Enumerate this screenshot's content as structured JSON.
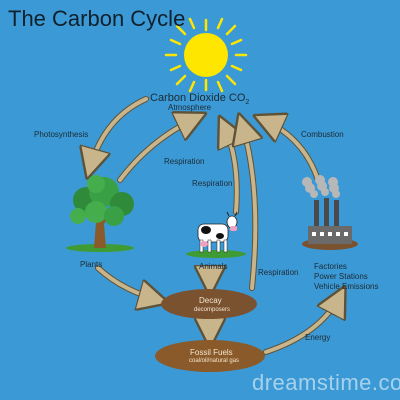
{
  "title": "The Carbon Cycle",
  "co2": {
    "main": "Carbon Dioxide CO",
    "sub": "2",
    "atmosphere": "Atmosphere"
  },
  "labels": {
    "photosynthesis": "Photosynthesis",
    "respiration_plants": "Respiration",
    "respiration_animals": "Respiration",
    "respiration_decay": "Respiration",
    "combustion": "Combustion",
    "energy": "Energy",
    "plants": "Plants",
    "animals": "Animals",
    "factories": "Factories",
    "power_stations": "Power Stations",
    "vehicle_emissions": "Vehicle Emissions",
    "decay": "Decay",
    "decomposers": "decomposers",
    "fossil_fuels": "Fossil Fuels",
    "fossil_fuels_sub": "coal/oil/natural gas"
  },
  "watermark": "dreamstime.com",
  "colors": {
    "background": "#3b9ad5",
    "arrow": "#c8b58c",
    "sun": "#ffe600",
    "soil": "#7a5230",
    "grass": "#3f9c35"
  }
}
